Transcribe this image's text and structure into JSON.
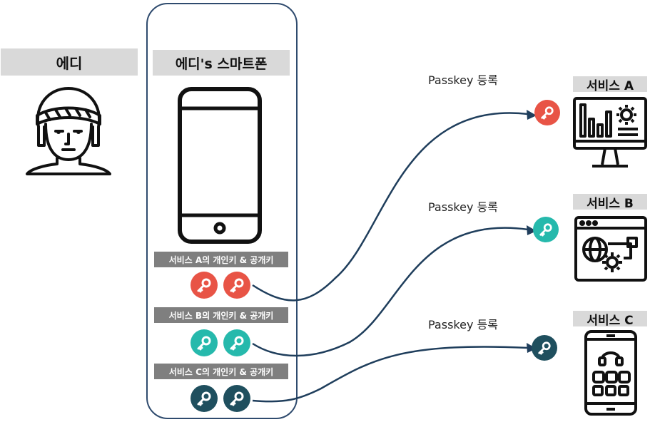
{
  "person": {
    "name": "에디"
  },
  "phone": {
    "title": "에디's 스마트폰"
  },
  "keypairs": [
    {
      "label": "서비스 A의 개인키 & 공개키",
      "color": "#e85446"
    },
    {
      "label": "서비스 B의 개인키 & 공개키",
      "color": "#26b9ac"
    },
    {
      "label": "서비스 C의 개인키 & 공개키",
      "color": "#1f4f5e"
    }
  ],
  "registrations": [
    {
      "text": "Passkey 등록"
    },
    {
      "text": "Passkey 등록"
    },
    {
      "text": "Passkey 등록"
    }
  ],
  "services": [
    {
      "name": "서비스 A",
      "icon": "monitor-chart-gear-icon"
    },
    {
      "name": "서비스 B",
      "icon": "browser-globe-gear-icon"
    },
    {
      "name": "서비스 C",
      "icon": "smartphone-apps-icon"
    }
  ]
}
